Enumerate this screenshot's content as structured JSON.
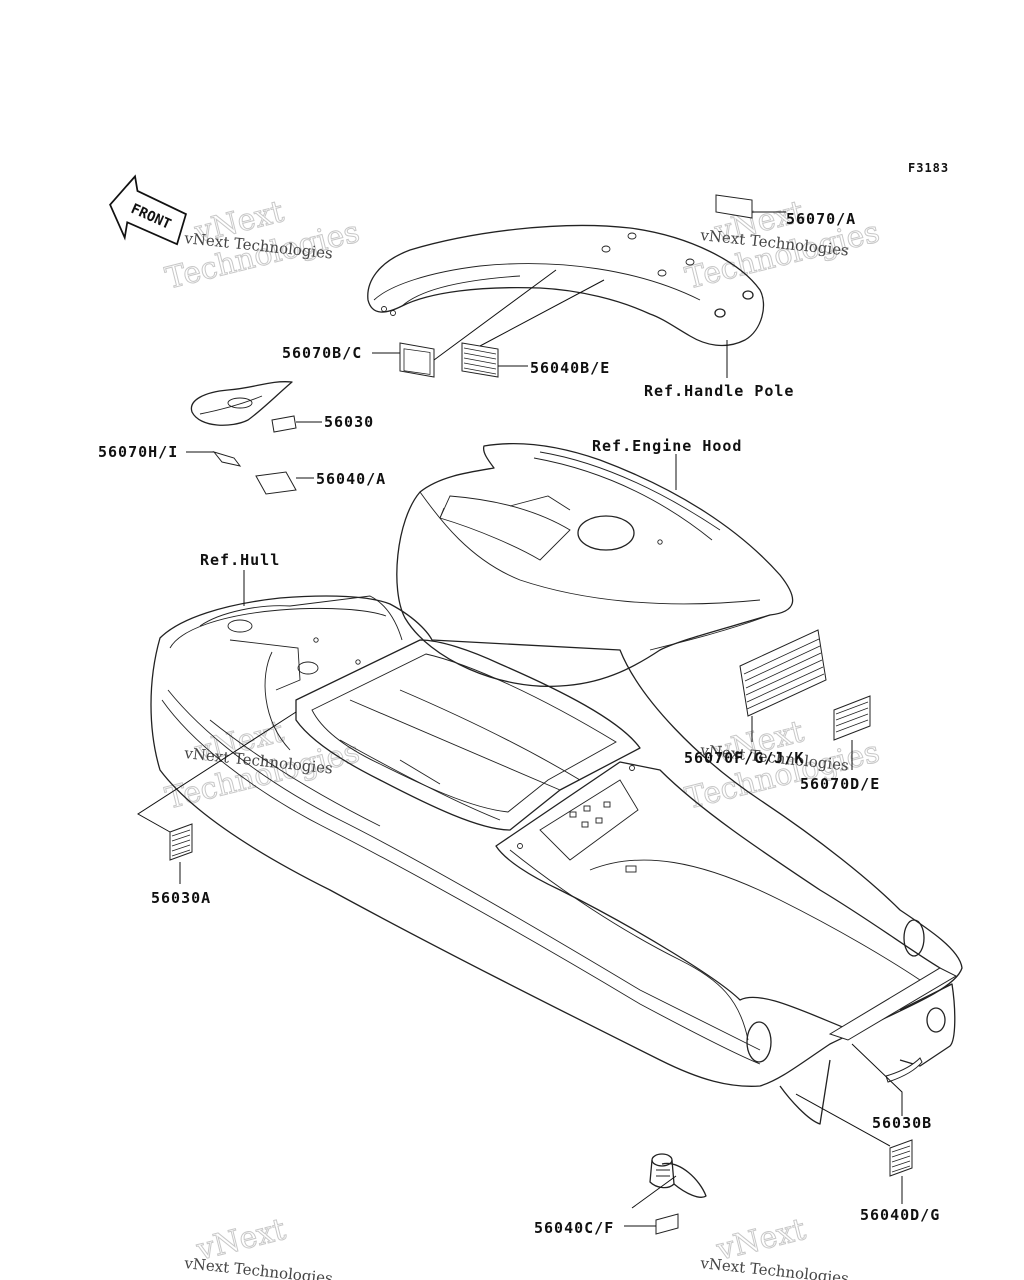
{
  "figure_code": "F3183",
  "front_arrow_label": "FRONT",
  "references": {
    "handle_pole": "Ref.Handle Pole",
    "engine_hood": "Ref.Engine Hood",
    "hull": "Ref.Hull"
  },
  "parts": [
    {
      "id": "p1",
      "label": "56070/A"
    },
    {
      "id": "p2",
      "label": "56070B/C"
    },
    {
      "id": "p3",
      "label": "56040B/E"
    },
    {
      "id": "p4",
      "label": "56030"
    },
    {
      "id": "p5",
      "label": "56070H/I"
    },
    {
      "id": "p6",
      "label": "56040/A"
    },
    {
      "id": "p7",
      "label": "56070F/G/J/K"
    },
    {
      "id": "p8",
      "label": "56070D/E"
    },
    {
      "id": "p9",
      "label": "56030A"
    },
    {
      "id": "p10",
      "label": "56030B"
    },
    {
      "id": "p11",
      "label": "56040D/G"
    },
    {
      "id": "p12",
      "label": "56040C/F"
    }
  ],
  "watermark": {
    "brand_big": "vNext",
    "brand_big2": "Technologies",
    "brand_small": "vNext Technologies"
  }
}
